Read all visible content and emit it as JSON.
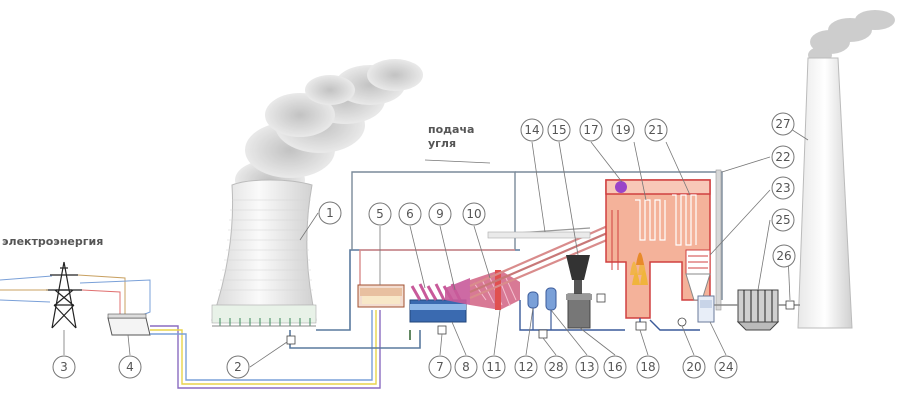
{
  "labels": {
    "electricity": "электроэнергия",
    "coal_supply_line1": "подача",
    "coal_supply_line2": "угля"
  },
  "callouts": [
    "1",
    "2",
    "3",
    "4",
    "5",
    "6",
    "7",
    "8",
    "9",
    "10",
    "11",
    "12",
    "13",
    "14",
    "15",
    "16",
    "17",
    "18",
    "19",
    "20",
    "21",
    "22",
    "23",
    "24",
    "25",
    "26",
    "27",
    "28"
  ],
  "colors": {
    "steam_pipe": "#d98c8c",
    "water_pipe": "#556b9e",
    "boiler_fill": "#f4b29a",
    "furnace_fire": "#f0b43c",
    "turbine": "#c85a9a",
    "generator_blue": "#3a6ab0",
    "tower": "#f2f2f2",
    "cable_yellow": "#e8d44a",
    "cable_violet": "#8a6cc0"
  }
}
